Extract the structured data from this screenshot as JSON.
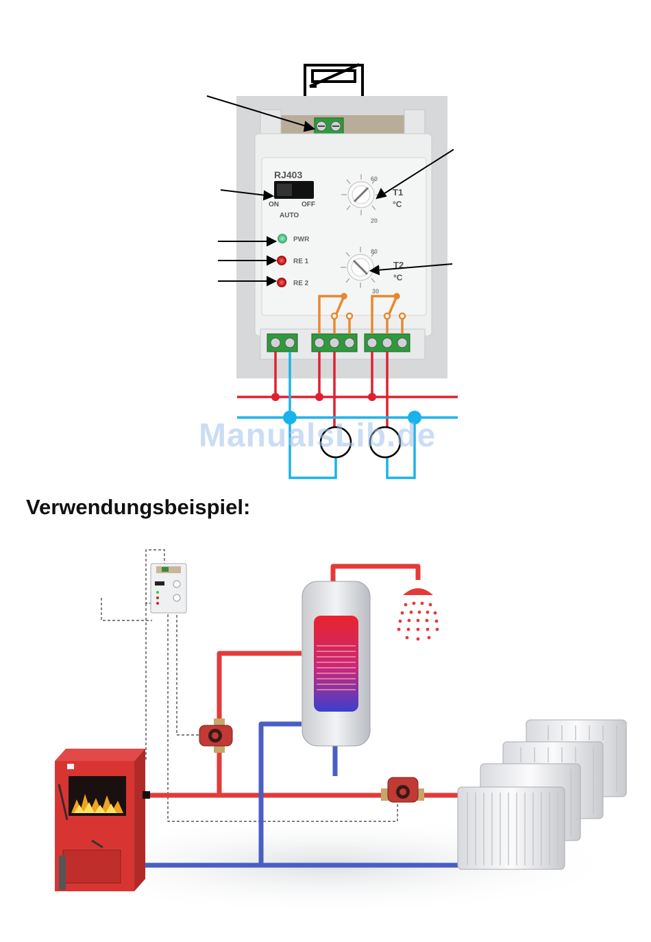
{
  "device": {
    "model": "RJ403",
    "switch_on": "ON",
    "switch_off": "OFF",
    "switch_auto": "AUTO",
    "led_pwr": "PWR",
    "led_re1": "RE 1",
    "led_re2": "RE 2",
    "dial1_label": "T1",
    "dial1_unit": "°C",
    "dial1_max": "60",
    "dial1_min": "20",
    "dial2_label": "T2",
    "dial2_unit": "°C",
    "dial2_max": "80",
    "dial2_min": "30"
  },
  "watermark": "ManualsLib.de",
  "example_heading": "Verwendungsbeispiel:",
  "colors": {
    "hot_line": "#e0202f",
    "cold_line": "#1ab2ea",
    "relay_contact": "#e8872e",
    "supply_pipe": "#e53a3a",
    "return_pipe": "#4a5fc4",
    "device_body": "#eef0f0"
  },
  "icons": {
    "sensor": "thermistor-symbol-icon",
    "pump": "circulation-pump-icon",
    "shower": "shower-head-icon",
    "boiler": "solid-fuel-boiler-icon",
    "radiator": "radiator-icon"
  }
}
